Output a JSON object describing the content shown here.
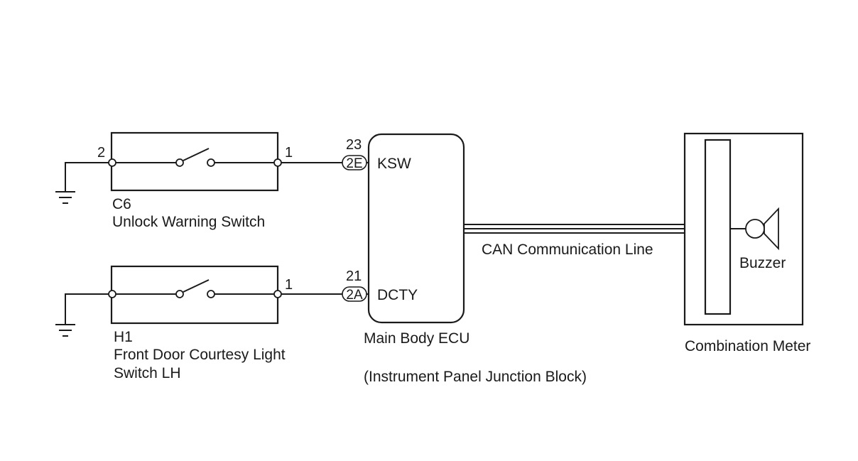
{
  "switch_c6": {
    "code": "C6",
    "name": "Unlock Warning Switch",
    "pin_left": "2",
    "pin_right": "1"
  },
  "switch_h1": {
    "code": "H1",
    "name_line1": "Front Door Courtesy Light",
    "name_line2": "Switch LH",
    "pin_right": "1"
  },
  "ecu": {
    "name": "Main Body ECU",
    "subtitle": "(Instrument Panel Junction Block)",
    "ksw": {
      "pin": "23",
      "connector": "2E",
      "signal": "KSW"
    },
    "dcty": {
      "pin": "21",
      "connector": "2A",
      "signal": "DCTY"
    }
  },
  "can_line": {
    "label": "CAN Communication Line"
  },
  "meter": {
    "name": "Combination Meter",
    "buzzer_label": "Buzzer"
  }
}
